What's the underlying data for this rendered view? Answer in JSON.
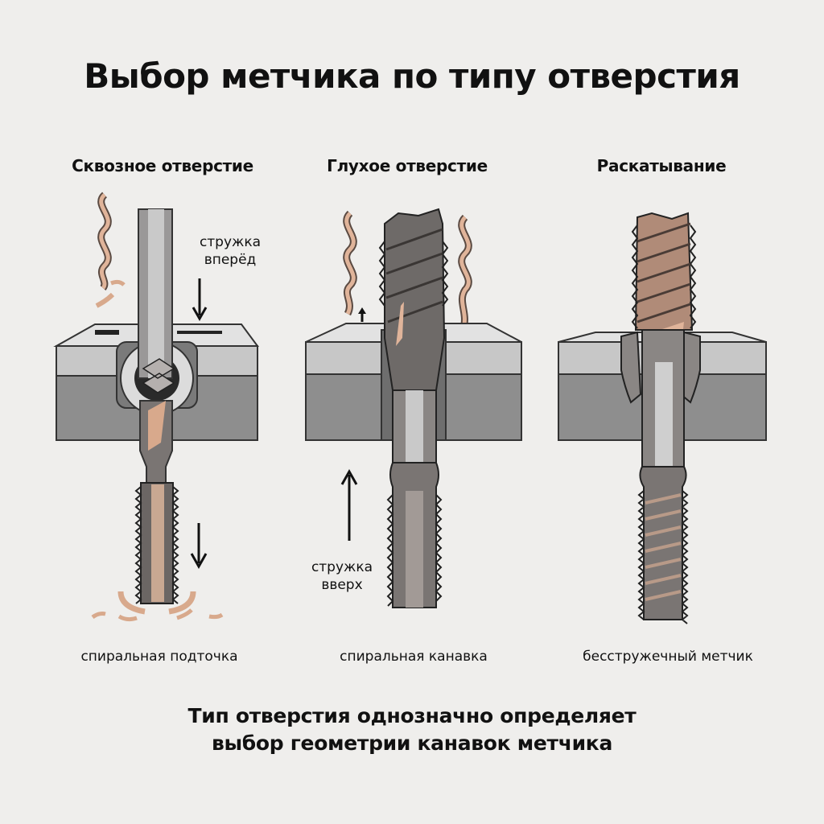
{
  "title": "Выбор метчика по типу отверстия",
  "panels": [
    {
      "heading": "Сквозное отверстие",
      "annotation": "стружка вперёд",
      "annotation_lines": [
        "стружка",
        "вперёд"
      ],
      "arrow_direction": "down",
      "caption": "спиральная подточка"
    },
    {
      "heading": "Глухое отверстие",
      "annotation": "стружка вверх",
      "annotation_lines": [
        "стружка",
        "вверх"
      ],
      "arrow_direction": "up",
      "caption": "спиральная канавка"
    },
    {
      "heading": "Раскатывание",
      "caption": "бесстружечный метчик"
    }
  ],
  "footer": {
    "line1": "Тип отверстия однозначно определяет",
    "line2": "выбор геометрии канавок метчика"
  },
  "colors": {
    "background": "#efeeec",
    "block_top": "#c8c8c8",
    "block_bottom": "#8e8e8e",
    "tool_steel": "#6e6a68",
    "chip_copper": "#e0b49a"
  }
}
